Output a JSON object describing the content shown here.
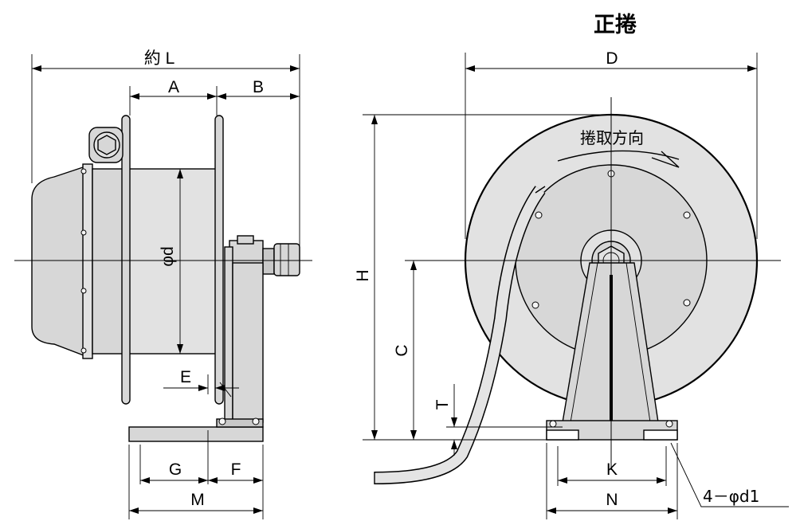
{
  "title": "正捲",
  "direction_note": "捲取方向",
  "side_view": {
    "labels": {
      "overall_length": "約 L",
      "a": "A",
      "b": "B",
      "drum_diameter": "φd",
      "e": "E",
      "g": "G",
      "f": "F",
      "m": "M"
    }
  },
  "front_view": {
    "labels": {
      "d": "D",
      "h": "H",
      "c": "C",
      "t": "T",
      "k": "K",
      "n": "N",
      "holes": "4－φd1"
    }
  }
}
